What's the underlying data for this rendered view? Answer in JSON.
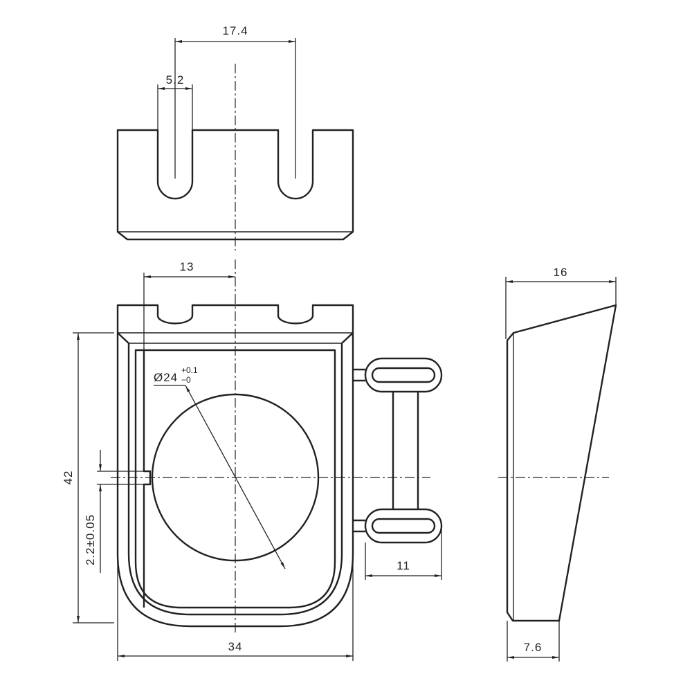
{
  "dimensions": {
    "top_slot_spacing": "17.4",
    "slot_width": "5.2",
    "slot_offset": "13",
    "height": "42",
    "width": "34",
    "thickness": "16",
    "base_thickness": "7.6",
    "tab_length": "11",
    "notch_depth": "2.2±0.05",
    "hole_diameter_label": "Ø24",
    "hole_tol_plus": "+0.1",
    "hole_tol_minus": "−0"
  }
}
